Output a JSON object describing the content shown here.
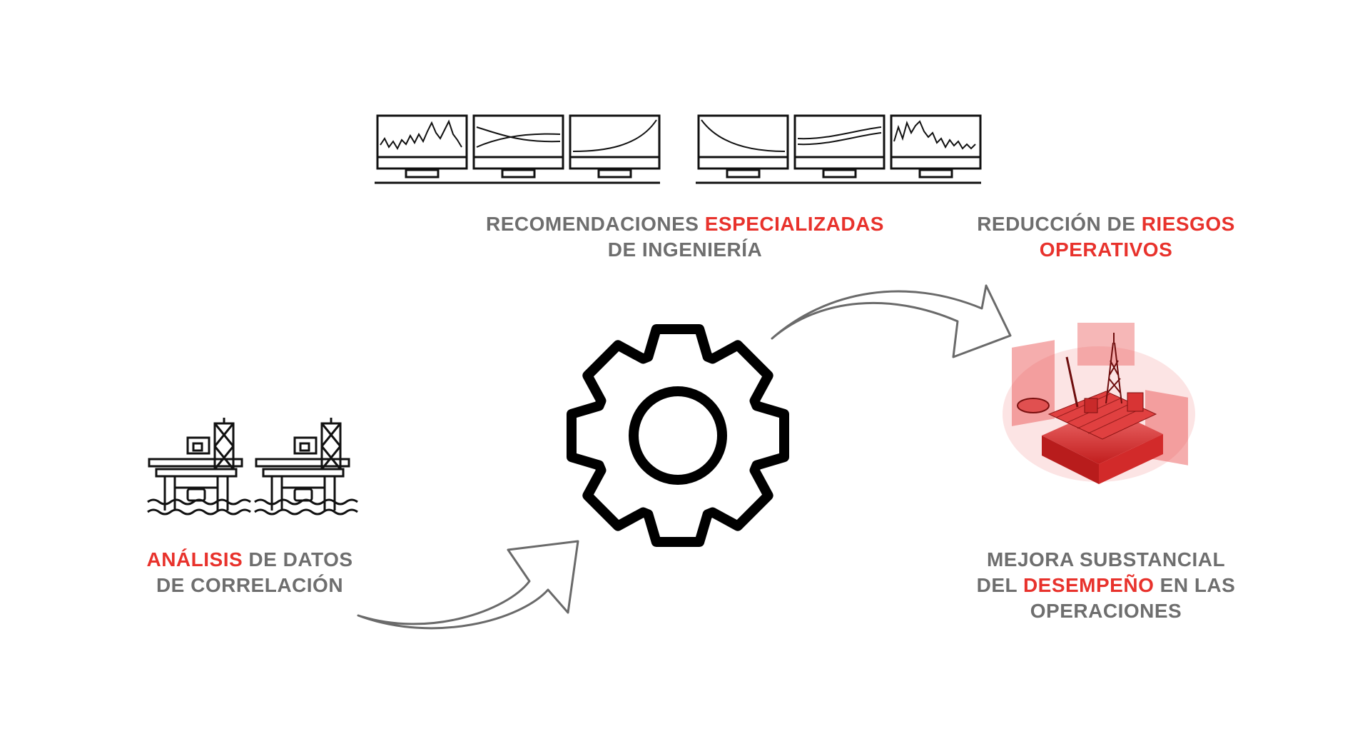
{
  "colors": {
    "accent": "#e8322c",
    "text_gray": "#6e6e6e",
    "icon": "#111111"
  },
  "captions": {
    "recomendaciones": {
      "line1_part1": "RECOMENDACIONES ",
      "line1_highlight": "ESPECIALIZADAS",
      "line2": "DE INGENIERÍA"
    },
    "riesgos": {
      "line1_part1": "REDUCCIÓN DE ",
      "line1_highlight": "RIESGOS",
      "line2_highlight": "OPERATIVOS"
    },
    "analisis": {
      "line1_highlight": "ANÁLISIS",
      "line1_part2": " DE DATOS",
      "line2": "DE CORRELACIÓN"
    },
    "mejora": {
      "line1": "MEJORA SUBSTANCIAL",
      "line2_part1": "DEL ",
      "line2_highlight": "DESEMPEÑO",
      "line2_part2": " EN LAS",
      "line3": "OPERACIONES"
    }
  },
  "icons": {
    "monitors": "monitor-icon",
    "gear": "gear-icon",
    "oil_rig": "oil-rig-icon",
    "platform_3d": "offshore-platform-icon",
    "arrows": "curved-arrow-icon"
  }
}
